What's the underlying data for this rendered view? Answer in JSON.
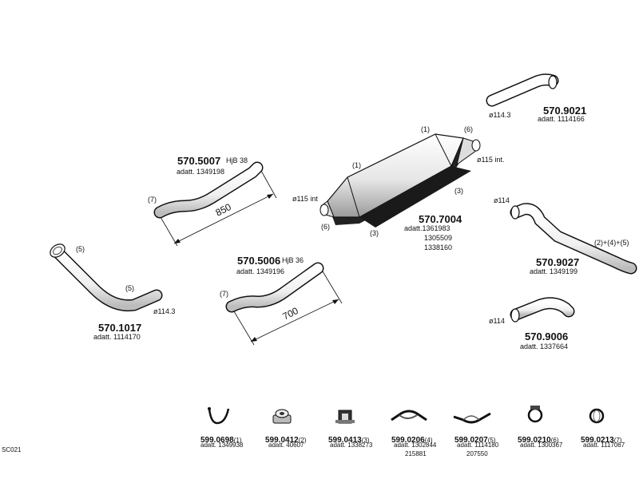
{
  "sheet_code": "SC021",
  "parts": {
    "p9021": {
      "number": "570.9021",
      "ref": "adatt. 1114166",
      "dia": "ø114.3"
    },
    "p7004": {
      "number": "570.7004",
      "ref1": "adatt.1361983",
      "ref2": "1305509",
      "ref3": "1338160",
      "c1a": "(1)",
      "c1b": "(1)",
      "c6a": "(6)",
      "c6b": "(6)",
      "c3a": "(3)",
      "c3b": "(3)",
      "dia_right": "ø115  int.",
      "dia_left": "ø115  int"
    },
    "p5007": {
      "number": "570.5007",
      "note": "HjB  38",
      "ref": "adatt. 1349198",
      "callout": "(7)",
      "dim": "850"
    },
    "p5006": {
      "number": "570.5006",
      "note": "HjB  36",
      "ref": "adatt. 1349196",
      "callout": "(7)",
      "dim": "700"
    },
    "p1017": {
      "number": "570.1017",
      "ref": "adatt. 1114170",
      "c5a": "(5)",
      "c5b": "(5)",
      "dia": "ø114.3"
    },
    "p9027": {
      "number": "570.9027",
      "ref": "adatt. 1349199",
      "dia": "ø114",
      "callout": "(2)+(4)+(5)"
    },
    "p9006": {
      "number": "570.9006",
      "ref": "adatt. 1337664",
      "dia": "ø114"
    }
  },
  "small_parts": [
    {
      "number": "599.0698",
      "pos": "(1)",
      "ref": "adatt. 1349938",
      "ref2": "",
      "icon": "hook-hanger-icon"
    },
    {
      "number": "599.0412",
      "pos": "(2)",
      "ref": "adatt. 40607",
      "ref2": "",
      "icon": "rubber-mount-icon"
    },
    {
      "number": "599.0413",
      "pos": "(3)",
      "ref": "adatt. 1338273",
      "ref2": "",
      "icon": "rubber-block-icon"
    },
    {
      "number": "599.0206",
      "pos": "(4)",
      "ref": "adatt. 1302844",
      "ref2": "215881",
      "icon": "bracket-clamp-icon"
    },
    {
      "number": "599.0207",
      "pos": "(5)",
      "ref": "adatt. 1114180",
      "ref2": "207550",
      "icon": "saddle-clamp-icon"
    },
    {
      "number": "599.0210",
      "pos": "(6)",
      "ref": "adatt. 1300367",
      "ref2": "",
      "icon": "band-clamp-icon"
    },
    {
      "number": "599.0213",
      "pos": "(7)",
      "ref": "adatt. 1117067",
      "ref2": "",
      "icon": "ring-clamp-icon"
    }
  ]
}
